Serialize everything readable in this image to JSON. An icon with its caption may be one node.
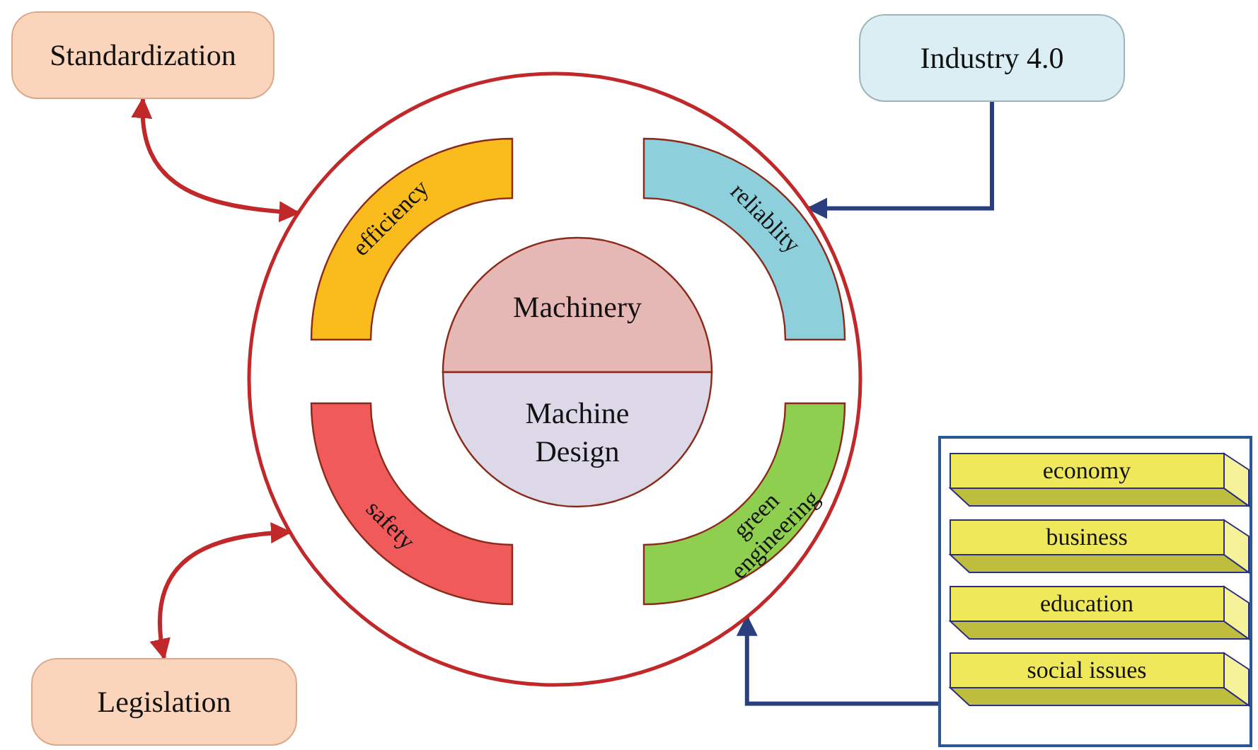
{
  "diagram": {
    "nodes": [
      {
        "text": [
          "Standardization"
        ]
      },
      {
        "text": [
          "Industry 4.0"
        ]
      },
      {
        "text": [],
        "shape": "circle"
      },
      {
        "text": [
          "efficiency"
        ],
        "in": 2
      },
      {
        "text": [
          "reliablity"
        ],
        "in": 2
      },
      {
        "text": [
          "Machinery"
        ],
        "in": 2
      },
      {
        "text": [
          "Machine Design"
        ],
        "in": 2
      },
      {
        "text": [
          "safety"
        ],
        "in": 2
      },
      {
        "text": [
          "green engineering"
        ],
        "in": 2
      },
      {
        "text": [
          "Legislation"
        ]
      },
      {
        "text": [],
        "shape": "box"
      },
      {
        "text": [
          "economy"
        ],
        "in": 10
      },
      {
        "text": [
          "business"
        ],
        "in": 10
      },
      {
        "text": [
          "education"
        ],
        "in": 10
      },
      {
        "text": [
          "social issues"
        ],
        "in": 10
      }
    ],
    "edges": [
      {
        "from": 0,
        "to": 2,
        "arrow": "both",
        "color": "#c0282a"
      },
      {
        "from": 1,
        "to": 2,
        "arrow": "to",
        "color": "#2b3f7f"
      },
      {
        "from": 9,
        "to": 2,
        "arrow": "both",
        "color": "#c0282a"
      },
      {
        "from": 10,
        "to": 2,
        "arrow": "to",
        "color": "#2b3f7f"
      }
    ]
  }
}
